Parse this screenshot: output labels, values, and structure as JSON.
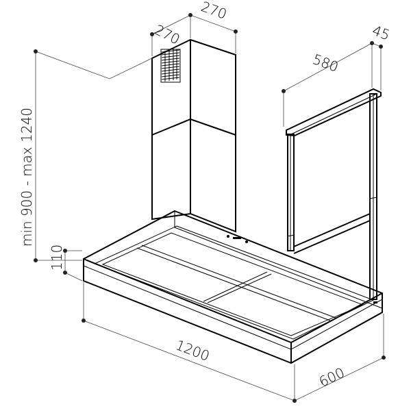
{
  "dimensions": {
    "chimney_depth": "270",
    "chimney_width": "270",
    "frame_depth": "45",
    "frame_width": "580",
    "height_range": "min 900 - max 1240",
    "hood_thickness": "110",
    "hood_width": "1200",
    "hood_depth": "600"
  }
}
